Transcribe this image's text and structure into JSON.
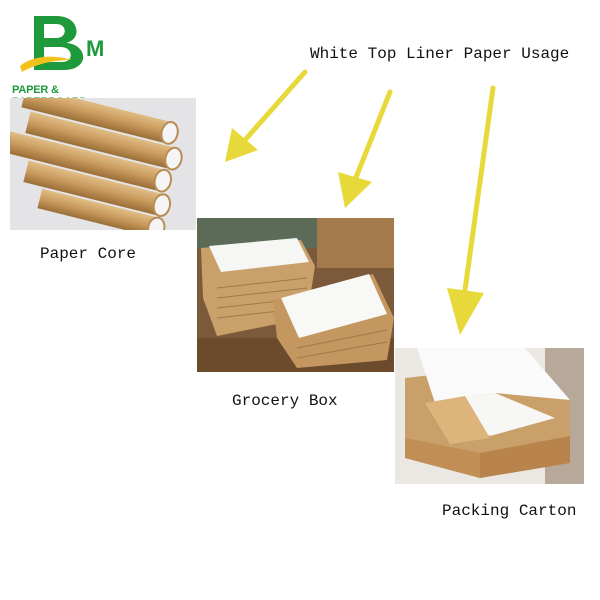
{
  "logo": {
    "letters": "BM",
    "tagline": "PAPER & PAPERBOARD"
  },
  "headline": "White Top Liner Paper Usage",
  "photos": [
    {
      "caption": "Paper Core"
    },
    {
      "caption": "Grocery Box"
    },
    {
      "caption": "Packing Carton"
    }
  ],
  "colors": {
    "brand_green": "#1e9a3c",
    "brand_yellow": "#f2c21a",
    "arrow_yellow": "#e8d93a",
    "kraft": "#c9a06a"
  }
}
